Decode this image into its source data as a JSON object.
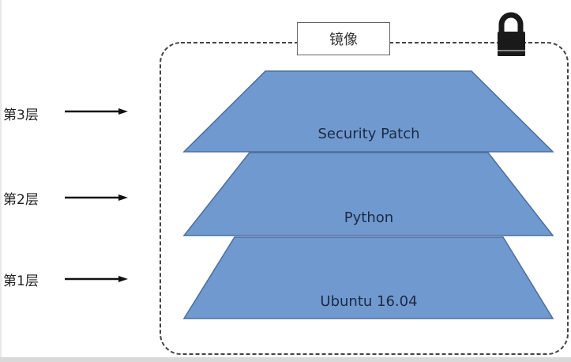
{
  "image_title": "镜像",
  "layers": [
    {
      "label": "第3层",
      "content": "Security Patch"
    },
    {
      "label": "第2层",
      "content": "Python"
    },
    {
      "label": "第1层",
      "content": "Ubuntu 16.04"
    }
  ],
  "icons": {
    "lock": "lock-icon",
    "arrow": "arrow-right-icon"
  },
  "colors": {
    "layer_fill": "#7099cf",
    "layer_stroke": "#4a6f9e",
    "container_border": "#444444",
    "text": "#222222"
  }
}
